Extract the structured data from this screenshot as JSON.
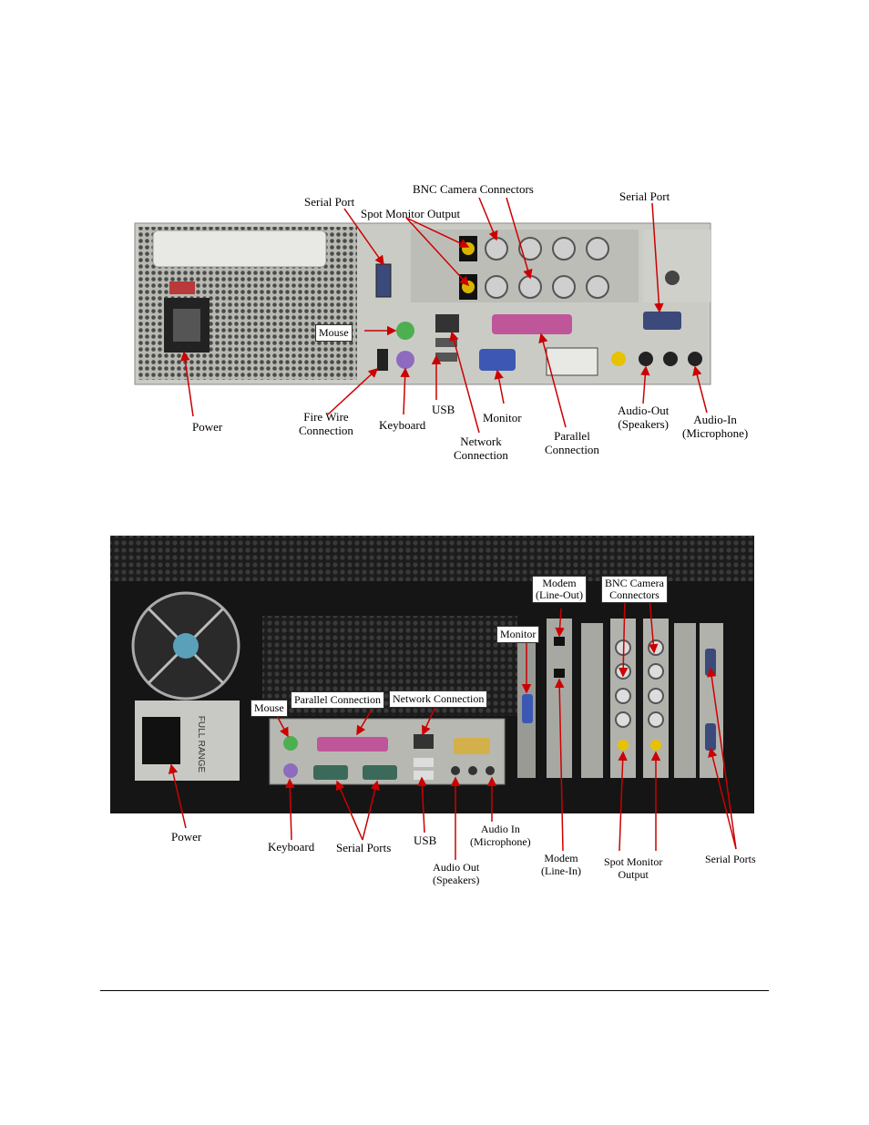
{
  "figure_top": {
    "labels": {
      "serial_port_left": "Serial Port",
      "spot_monitor_output": "Spot Monitor Output",
      "bnc_camera_connectors": "BNC Camera Connectors",
      "serial_port_right": "Serial Port",
      "mouse": "Mouse",
      "power": "Power",
      "fire_wire_1": "Fire Wire",
      "fire_wire_2": "Connection",
      "keyboard": "Keyboard",
      "usb": "USB",
      "network_1": "Network",
      "network_2": "Connection",
      "monitor": "Monitor",
      "parallel_1": "Parallel",
      "parallel_2": "Connection",
      "audio_out_1": "Audio-Out",
      "audio_out_2": "(Speakers)",
      "audio_in_1": "Audio-In",
      "audio_in_2": "(Microphone)"
    }
  },
  "figure_bottom": {
    "power_supply_text": "FULL RANGE",
    "labels": {
      "modem_out_1": "Modem",
      "modem_out_2": "(Line-Out)",
      "bnc_1": "BNC Camera",
      "bnc_2": "Connectors",
      "monitor": "Monitor",
      "mouse": "Mouse",
      "parallel": "Parallel Connection",
      "network": "Network Connection",
      "power": "Power",
      "keyboard": "Keyboard",
      "serial_ports_left": "Serial Ports",
      "usb": "USB",
      "audio_in_1": "Audio In",
      "audio_in_2": "(Microphone)",
      "audio_out_1": "Audio Out",
      "audio_out_2": "(Speakers)",
      "modem_in_1": "Modem",
      "modem_in_2": "(Line-In)",
      "spot_1": "Spot Monitor",
      "spot_2": "Output",
      "serial_ports_right": "Serial Ports"
    }
  },
  "colors": {
    "chassis_light": "#c9c9c4",
    "chassis_dark": "#1a1a1a",
    "arrow": "#cc0000",
    "ps2_mouse": "#4caf50",
    "ps2_keyboard": "#8e6bbf",
    "parallel": "#c0569a",
    "vga": "#3c58b4",
    "gameport": "#d4b04a",
    "rca_yellow": "#e6c200"
  }
}
